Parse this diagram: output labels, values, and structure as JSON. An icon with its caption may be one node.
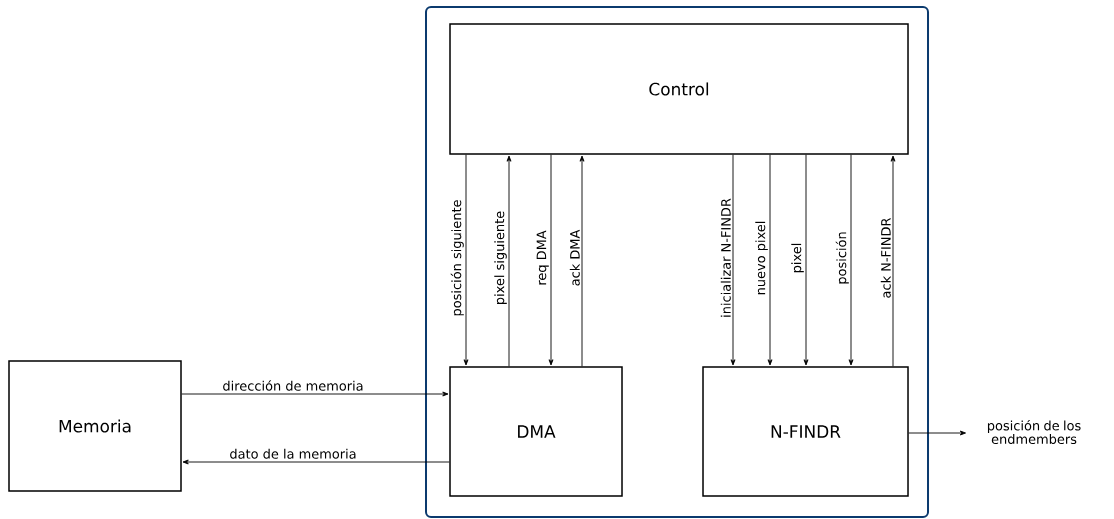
{
  "diagram": {
    "nodes": [
      {
        "text": [],
        "shape": "box"
      },
      {
        "text": [
          "Control"
        ],
        "in": 0
      },
      {
        "text": [
          "DMA"
        ],
        "in": 0
      },
      {
        "text": [
          "N-FINDR"
        ],
        "in": 0
      },
      {
        "text": [
          "Memoria"
        ]
      },
      {
        "text": [
          "posición de los endmembers"
        ]
      }
    ],
    "edges": [
      {
        "from": 1,
        "to": 2,
        "arrow": "to",
        "label": "posición siguiente"
      },
      {
        "from": 2,
        "to": 1,
        "arrow": "to",
        "label": "pixel siguiente"
      },
      {
        "from": 1,
        "to": 2,
        "arrow": "to",
        "label": "req DMA"
      },
      {
        "from": 2,
        "to": 1,
        "arrow": "to",
        "label": "ack DMA"
      },
      {
        "from": 1,
        "to": 3,
        "arrow": "to",
        "label": "inicializar N-FINDR"
      },
      {
        "from": 1,
        "to": 3,
        "arrow": "to",
        "label": "nuevo pixel"
      },
      {
        "from": 1,
        "to": 3,
        "arrow": "to",
        "label": "pixel"
      },
      {
        "from": 1,
        "to": 3,
        "arrow": "to",
        "label": "posición"
      },
      {
        "from": 3,
        "to": 1,
        "arrow": "to",
        "label": "ack N-FINDR"
      },
      {
        "from": 4,
        "to": 2,
        "arrow": "to",
        "label": "dirección de memoria"
      },
      {
        "from": 2,
        "to": 4,
        "arrow": "to",
        "label": "dato de la memoria"
      },
      {
        "from": 3,
        "to": 5,
        "arrow": "to"
      }
    ]
  }
}
